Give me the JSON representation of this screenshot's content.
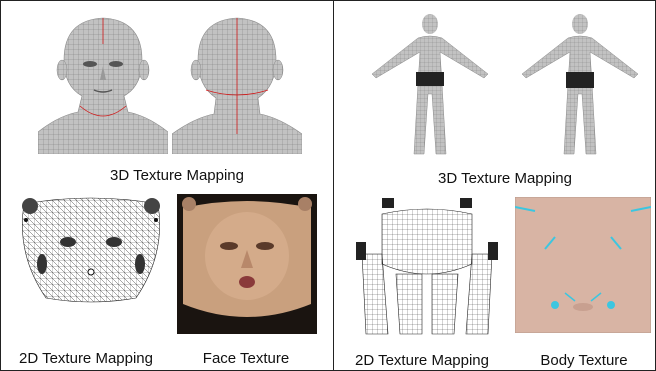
{
  "left": {
    "caption_3d": "3D Texture Mapping",
    "caption_2d": "2D Texture Mapping",
    "caption_texture": "Face Texture"
  },
  "right": {
    "caption_3d": "3D Texture Mapping",
    "caption_2d": "2D Texture Mapping",
    "caption_texture": "Body Texture"
  },
  "colors": {
    "mesh_gray": "#b8b8b8",
    "mesh_line": "#6a6a6a",
    "seam_red": "#d01a1a",
    "skin": "#c9a07e",
    "body_texture": "#d8b4a4",
    "accent_cyan": "#3cc6e0"
  }
}
